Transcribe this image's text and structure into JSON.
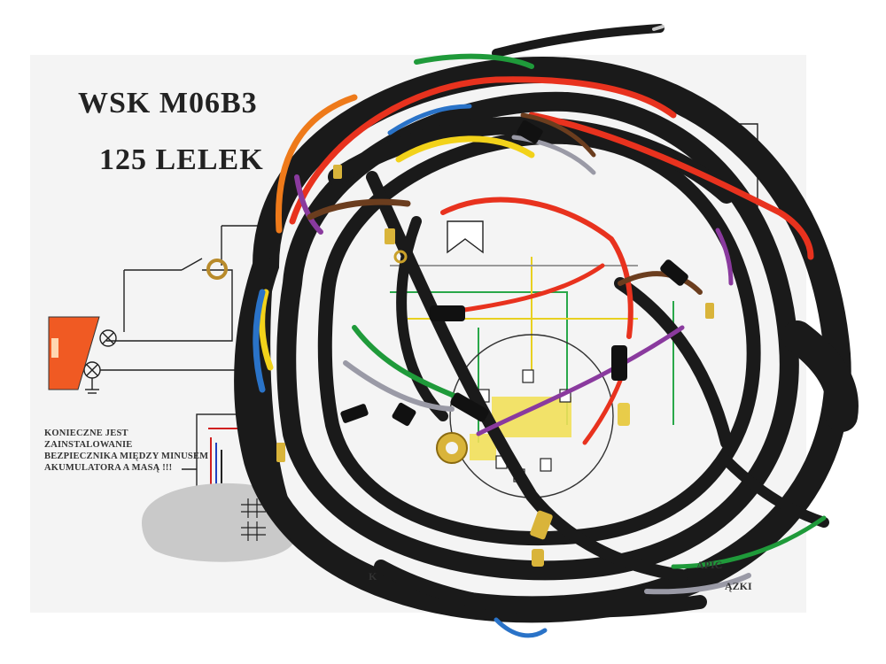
{
  "sheet": {
    "title_line1": "WSK M06B3",
    "title_line2": "125 LELEK",
    "warning": [
      "KONIECZNE JEST",
      "ZAINSTALOWANIE",
      "BEZPIECZNIKA MIĘDZY MINUSEM",
      "AKUMULATORA A MASĄ !!!"
    ],
    "partial_labels": [
      "APIC",
      "ĄZKI",
      "K"
    ]
  },
  "colors": {
    "paper": "#f4f4f4",
    "harness_black": "#1a1a1a",
    "wire_red": "#e8321e",
    "wire_orange": "#ee7a1a",
    "wire_yellow": "#f2d21a",
    "wire_green": "#1f9a3a",
    "wire_blue": "#2a73c8",
    "wire_purple": "#8a3a9e",
    "wire_brown": "#6b3d1e",
    "wire_grey": "#9a9aa6",
    "lamp_orange": "#f05a23",
    "terminal_brass": "#d9b43a"
  }
}
